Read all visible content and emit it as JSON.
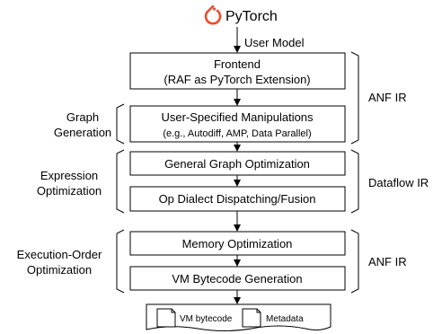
{
  "logo": {
    "text": "PyTorch",
    "color": "#ee4c2c"
  },
  "edge_label": "User Model",
  "boxes": {
    "frontend": {
      "line1": "Frontend",
      "line2": "(RAF as PyTorch Extension)"
    },
    "manipulations": {
      "line1": "User-Specified Manipulations",
      "line2": "(e.g., Autodiff, AMP, Data Parallel)"
    },
    "graph_opt": {
      "label": "General Graph Optimization"
    },
    "dispatch": {
      "label": "Op Dialect Dispatching/Fusion"
    },
    "memory": {
      "label": "Memory Optimization"
    },
    "bytecode": {
      "label": "VM Bytecode Generation"
    }
  },
  "output": {
    "file1": "VM bytecode",
    "file2": "Metadata"
  },
  "stages": {
    "graph_generation": {
      "line1": "Graph",
      "line2": "Generation"
    },
    "expression_optimization": {
      "line1": "Expression",
      "line2": "Optimization"
    },
    "execution_order_optimization": {
      "line1": "Execution-Order",
      "line2": "Optimization"
    }
  },
  "irs": {
    "top": "ANF IR",
    "middle": "Dataflow IR",
    "bottom": "ANF IR"
  }
}
